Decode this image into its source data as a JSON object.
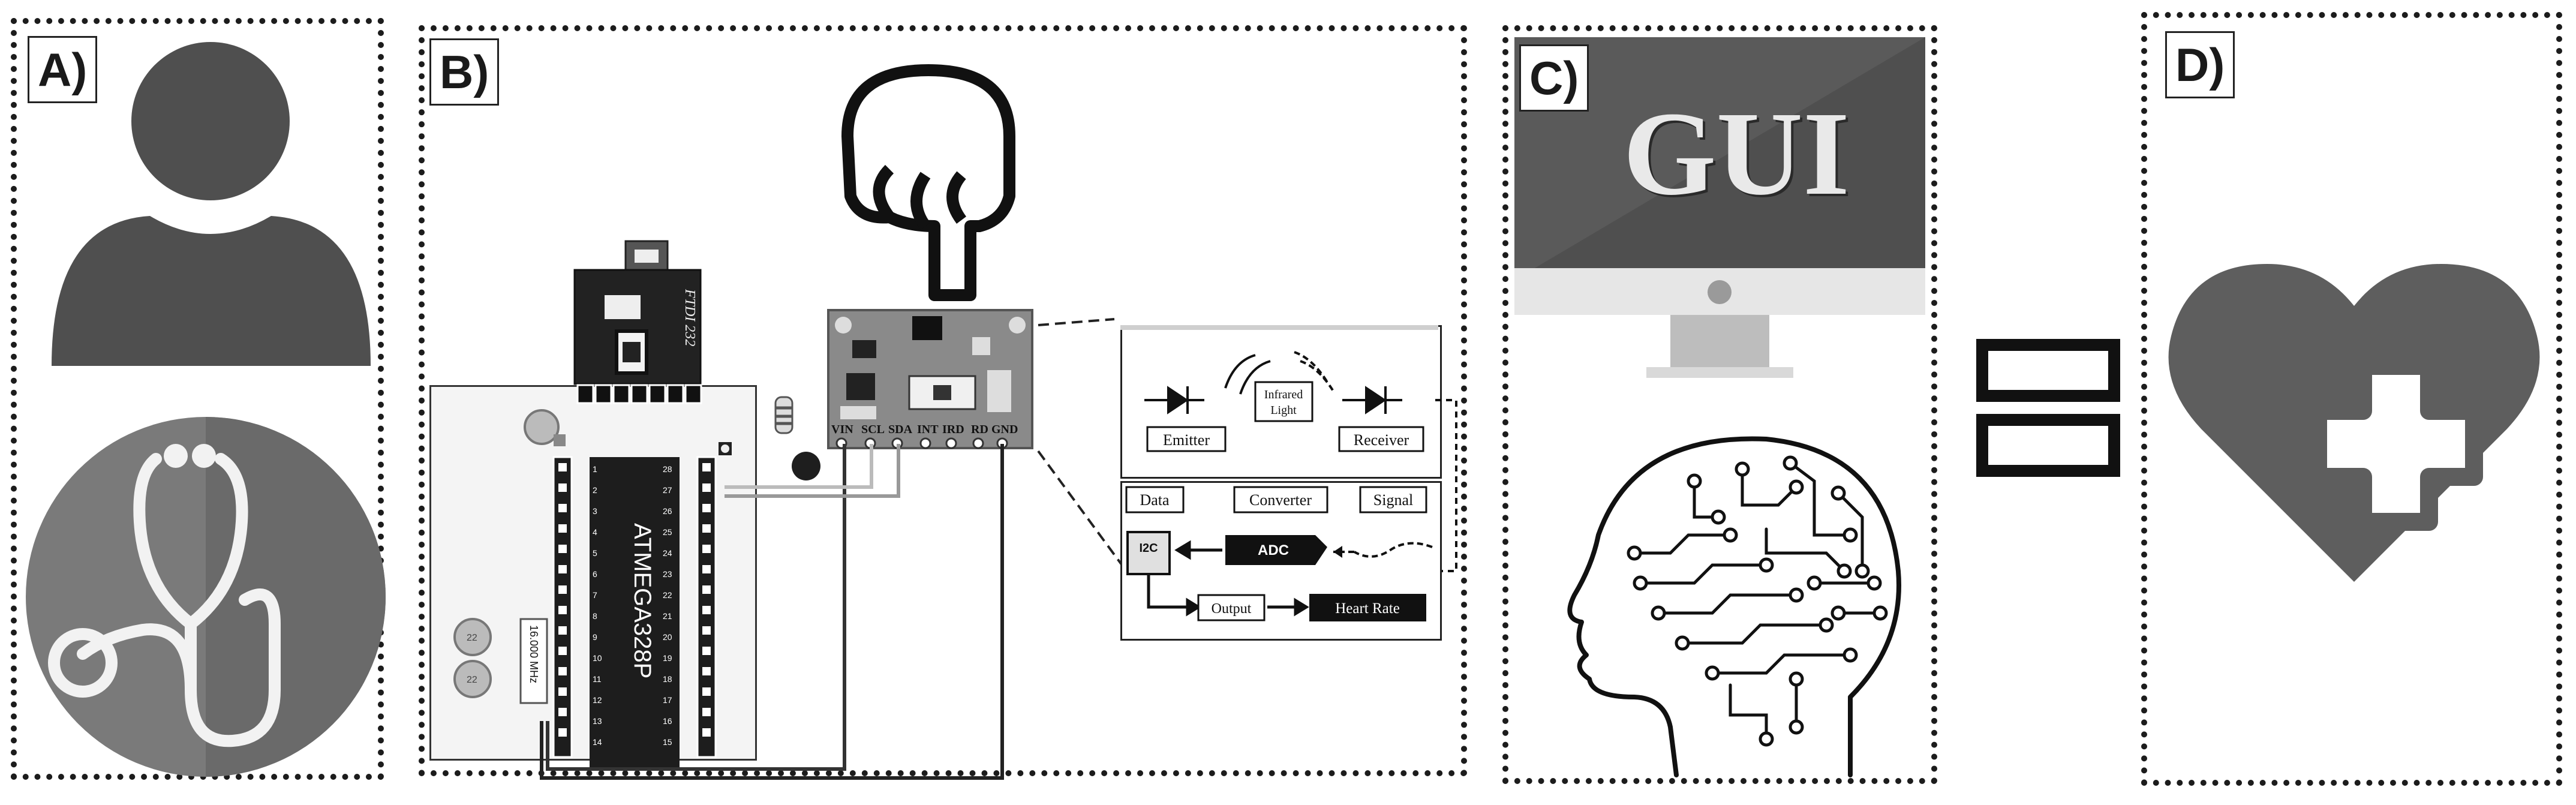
{
  "panels": {
    "a": {
      "label": "A)"
    },
    "b": {
      "label": "B)",
      "ftdi_label": "FTDI 232",
      "chip_label": "ATMEGA328P",
      "crystal_label": "16.000 MHz",
      "cap_labels": [
        "22",
        "22"
      ],
      "chip_pins_left": [
        "1",
        "2",
        "3",
        "4",
        "5",
        "6",
        "7",
        "8",
        "9",
        "10",
        "11",
        "12",
        "13",
        "14"
      ],
      "chip_pins_right": [
        "28",
        "27",
        "26",
        "25",
        "24",
        "23",
        "22",
        "21",
        "20",
        "19",
        "18",
        "17",
        "16",
        "15"
      ],
      "sensor_pins": [
        "VIN",
        "SCL",
        "SDA",
        "INT",
        "IRD",
        "RD",
        "GND"
      ],
      "sensing": {
        "emitter": "Emitter",
        "infrared": [
          "Infrared",
          "Light"
        ],
        "receiver": "Receiver"
      },
      "processing": {
        "data": "Data",
        "converter": "Converter",
        "signal": "Signal",
        "i2c": "I2C",
        "adc": "ADC",
        "output": "Output",
        "heart_rate": "Heart Rate"
      }
    },
    "c": {
      "label": "C)",
      "screen_text": "GUI"
    },
    "d": {
      "label": "D)"
    }
  },
  "colors": {
    "dark": "#4a4a4a",
    "mid": "#6e6e6e",
    "light": "#bdbdbd",
    "board": "#8a8a8a"
  }
}
